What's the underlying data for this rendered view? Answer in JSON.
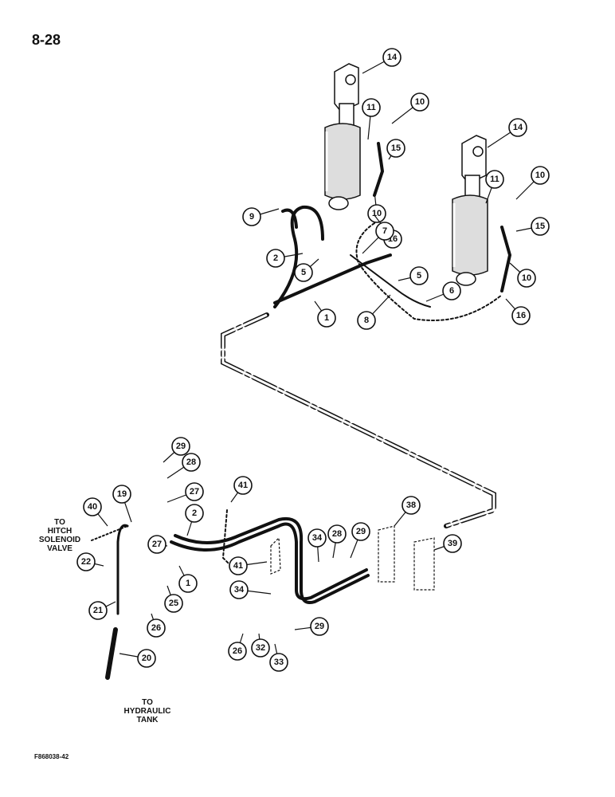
{
  "page": {
    "number": "8-28",
    "figure_code": "F868038-42"
  },
  "notes": {
    "hitch": "TO\nHITCH\nSOLENOID\nVALVE",
    "tank": "TO\nHYDRAULIC\nTANK"
  },
  "callouts": [
    "14",
    "11",
    "10",
    "15",
    "10",
    "16",
    "9",
    "2",
    "5",
    "7",
    "1",
    "8",
    "5",
    "6",
    "14",
    "11",
    "10",
    "15",
    "10",
    "16",
    "29",
    "28",
    "27",
    "41",
    "19",
    "40",
    "2",
    "27",
    "22",
    "21",
    "25",
    "26",
    "1",
    "20",
    "41",
    "34",
    "28",
    "29",
    "34",
    "26",
    "32",
    "33",
    "29",
    "38",
    "39"
  ],
  "colors": {
    "ink": "#111111",
    "paper": "#ffffff"
  }
}
